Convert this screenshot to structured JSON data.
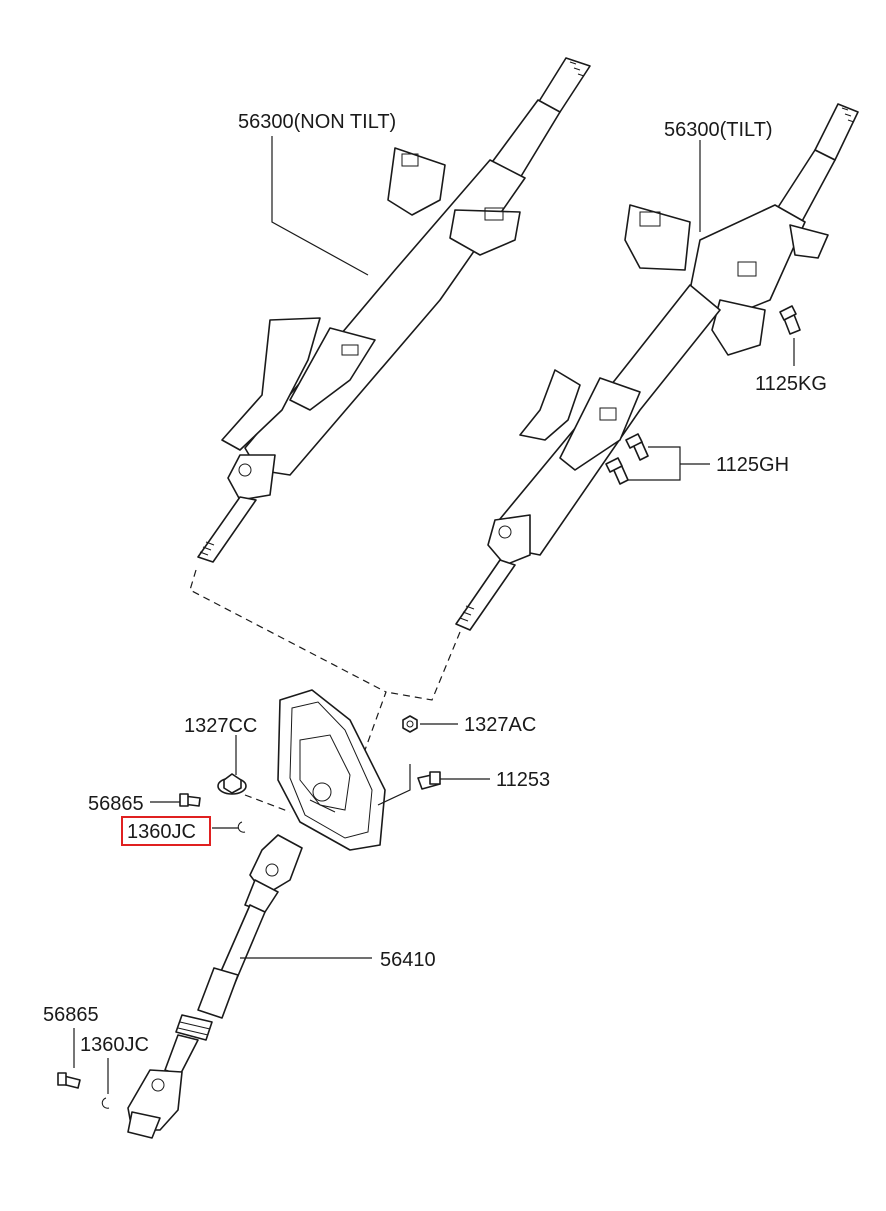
{
  "labels": {
    "column_non_tilt": "56300(NON TILT)",
    "column_tilt": "56300(TILT)",
    "bolt_1125kg": "1125KG",
    "bolt_1125gh": "1125GH",
    "nut_1327ac": "1327AC",
    "nut_1327cc": "1327CC",
    "bolt_11253": "11253",
    "bolt_56865_upper": "56865",
    "clip_1360jc_upper": "1360JC",
    "shaft_56410": "56410",
    "bolt_56865_lower": "56865",
    "clip_1360jc_lower": "1360JC"
  },
  "highlight": {
    "label": "1360JC",
    "color": "#e02020"
  }
}
